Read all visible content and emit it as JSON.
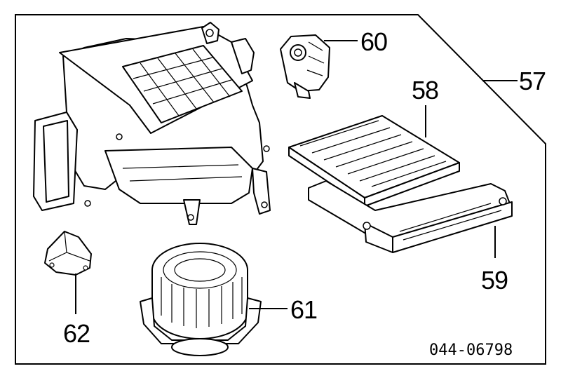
{
  "diagram": {
    "callouts": [
      {
        "id": "57",
        "text": "57"
      },
      {
        "id": "58",
        "text": "58"
      },
      {
        "id": "59",
        "text": "59"
      },
      {
        "id": "60",
        "text": "60"
      },
      {
        "id": "61",
        "text": "61"
      },
      {
        "id": "62",
        "text": "62"
      }
    ],
    "diagram_code": "044-06798"
  }
}
